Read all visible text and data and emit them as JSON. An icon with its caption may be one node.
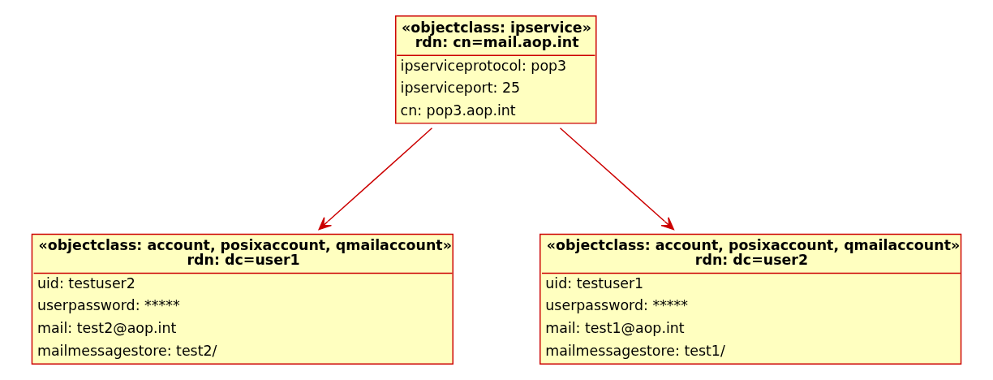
{
  "diagram": {
    "nodes": [
      {
        "text": [
          "«objectclass: ipservice»",
          "rdn: cn=mail.aop.int",
          "ipserviceprotocol: pop3",
          "ipserviceport: 25",
          "cn: pop3.aop.int"
        ]
      },
      {
        "text": [
          "«objectclass: account, posixaccount, qmailaccount»",
          "rdn: dc=user1",
          "uid: testuser2",
          "userpassword: *****",
          "mail: test2@aop.int",
          "mailmessagestore: test2/"
        ]
      },
      {
        "text": [
          "«objectclass: account, posixaccount, qmailaccount»",
          "rdn: dc=user2",
          "uid: testuser1",
          "userpassword: *****",
          "mail: test1@aop.int",
          "mailmessagestore: test1/"
        ]
      }
    ],
    "edges": [
      {
        "from": 0,
        "to": 1,
        "arrow": "to"
      },
      {
        "from": 0,
        "to": 2,
        "arrow": "to"
      }
    ]
  }
}
